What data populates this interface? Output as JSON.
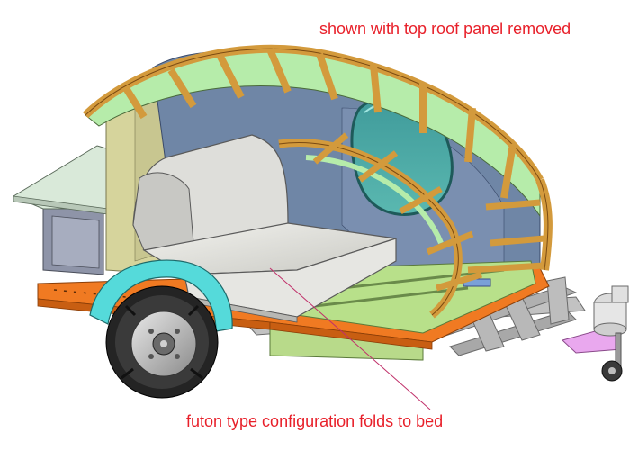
{
  "annotations": {
    "top_caption": "shown with top roof panel removed",
    "bottom_caption": "futon type configuration folds to bed"
  },
  "colors": {
    "caption_red": "#e8202a",
    "leader_line": "#c0306a",
    "wood_frame": "#d9a04a",
    "wood_dark": "#8a5a1e",
    "roof_panel_green": "#a8e6a0",
    "cabin_teal": "#3fa8a0",
    "futon_cushion": "#dcdcd6",
    "floor_orange": "#f07a20",
    "fender_cyan": "#4ed6d6",
    "sidewall_khaki": "#d8d6a0",
    "steel_frame": "#b8b8b8",
    "galley_grey": "#9aa0b0",
    "tongue_pink": "#e898e8"
  },
  "parts": [
    "roof-frame",
    "cabin-shell",
    "futon-seat",
    "floor-deck",
    "wheel",
    "fender",
    "trailer-frame",
    "galley-shelf",
    "tongue-jack",
    "window"
  ]
}
